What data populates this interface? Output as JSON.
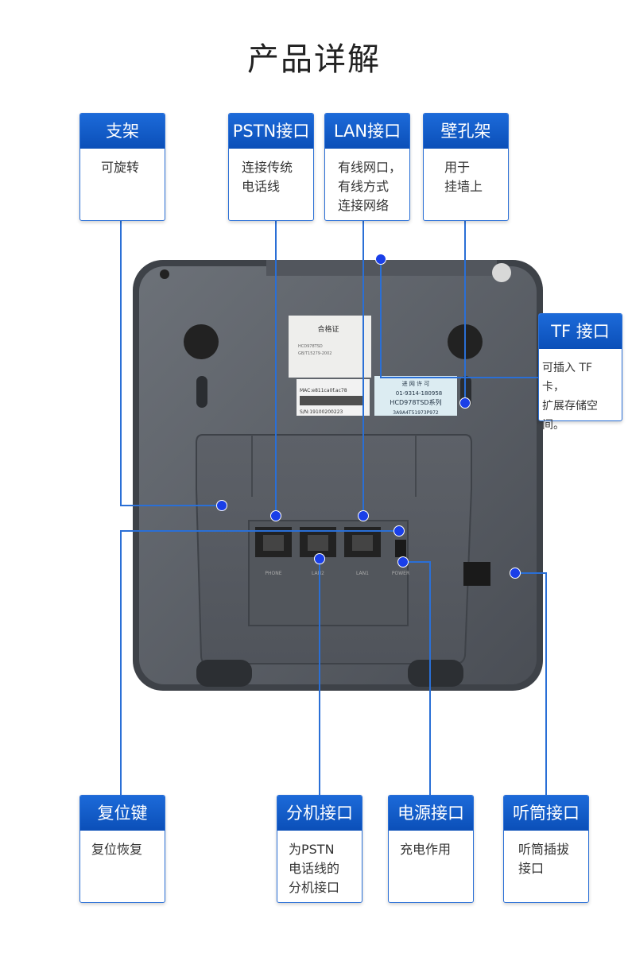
{
  "page": {
    "title": "产品详解"
  },
  "callouts": {
    "stand": {
      "label": "支架",
      "desc": "可旋转"
    },
    "pstn": {
      "label": "PSTN接口",
      "desc": "连接传统\n电话线"
    },
    "lan": {
      "label": "LAN接口",
      "desc": "有线网口，\n有线方式\n连接网络"
    },
    "wall": {
      "label": "壁孔架",
      "desc": "用于\n挂墙上"
    },
    "tf": {
      "label": "TF 接口",
      "desc": "可插入 TF 卡，\n扩展存储空间。"
    },
    "reset": {
      "label": "复位键",
      "desc": "复位恢复"
    },
    "ext": {
      "label": "分机接口",
      "desc": "为PSTN\n电话线的\n分机接口"
    },
    "power": {
      "label": "电源接口",
      "desc": "充电作用"
    },
    "handset": {
      "label": "听筒接口",
      "desc": "听筒插拔\n接口"
    }
  },
  "device_labels": {
    "cert_title": "合格证",
    "cert_model": "HCD978TSD",
    "cert_std": "GB/T15279-2002",
    "mac": "MAC:e811ca0f.ac78",
    "sn": "S/N:19100200223",
    "net_title": "进 网 许 可",
    "net_no": "01-9314-180958",
    "net_model": "HCD978TSD系列",
    "net_code": "3A9A4T51973P972",
    "port_phone": "PHONE",
    "port_lan2": "LAN2",
    "port_lan1": "LAN1",
    "port_power": "POWER"
  },
  "colors": {
    "accent": "#1c6ad9",
    "dot": "#1a3fe8",
    "device": "#5a5f66"
  }
}
